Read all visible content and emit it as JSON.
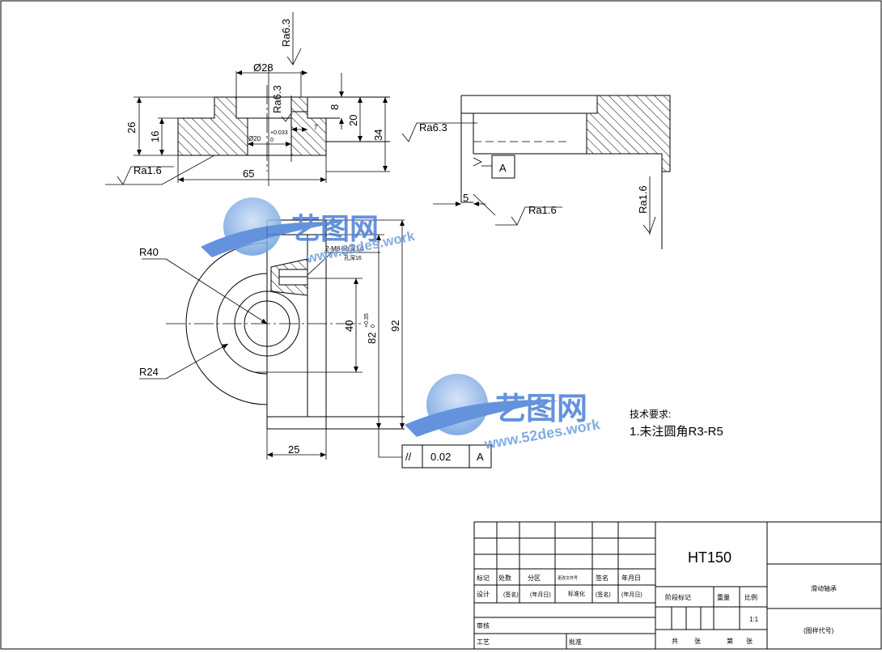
{
  "drawing": {
    "front_view": {
      "dim_diam_28": "Ø28",
      "dim_diam_20": "Ø20",
      "dim_diam_20_tol": "+0.033",
      "dim_diam_20_tol_low": "0",
      "dim_65": "65",
      "dim_26": "26",
      "dim_16": "16",
      "dim_8": "8",
      "dim_20": "20",
      "dim_34": "34",
      "dim_7": "7",
      "ra_top": "Ra6.3",
      "ra_inner": "Ra6.3",
      "ra_right": "Ra6.3",
      "ra_left": "Ra1.6"
    },
    "side_view": {
      "datum": "A",
      "dim_5": "5",
      "ra_bottom": "Ra1.6",
      "ra_right": "Ra1.6"
    },
    "top_view": {
      "r40": "R40",
      "r24": "R24",
      "thread_note": "2-M8-6h深14",
      "thread_note_2": "孔深16",
      "dim_40": "40",
      "dim_82": "82",
      "dim_82_tol": "+0.35",
      "dim_82_tol_low": "0",
      "dim_92": "92",
      "dim_25": "25",
      "tol_symbol": "//",
      "tol_value": "0.02",
      "tol_datum": "A"
    },
    "tech_req": {
      "title": "技术要求:",
      "item1": "1.未注圆角R3-R5"
    },
    "watermark": {
      "brand": "艺图网",
      "url": "www.52des.work"
    },
    "title_block": {
      "material": "HT150",
      "part_name": "滑动轴承",
      "drawing_no": "(图样代号)",
      "scale": "1:1",
      "labels": {
        "mark": "标记",
        "count": "处数",
        "zone": "分区",
        "change_doc": "更改文件号",
        "sign": "签名",
        "date": "年月日",
        "design": "设计",
        "sign2": "(签名)",
        "date2": "(年月日)",
        "standard": "标准化",
        "sign3": "(签名)",
        "date3": "(年月日)",
        "stage": "阶段标记",
        "weight": "重量",
        "ratio": "比例",
        "review": "审核",
        "process": "工艺",
        "approve": "批准",
        "total": "共",
        "sheets": "张",
        "page": "第",
        "sheet2": "张"
      }
    }
  }
}
